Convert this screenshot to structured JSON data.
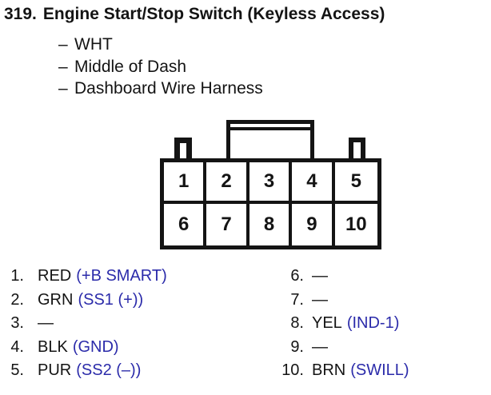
{
  "colors": {
    "ink": "#141414",
    "signal_blue": "#2b2baa",
    "paper": "#ffffff"
  },
  "header": {
    "number": "319.",
    "title": "Engine Start/Stop Switch (Keyless Access)",
    "bullet_prefix": "–",
    "bullets": [
      "WHT",
      "Middle of Dash",
      "Dashboard Wire Harness"
    ]
  },
  "connector": {
    "pins_top": [
      "1",
      "2",
      "3",
      "4",
      "5"
    ],
    "pins_bottom": [
      "6",
      "7",
      "8",
      "9",
      "10"
    ]
  },
  "pins": {
    "left": [
      {
        "num": "1.",
        "wire": "RED",
        "signal": "(+B SMART)"
      },
      {
        "num": "2.",
        "wire": "GRN",
        "signal": "(SS1 (+))"
      },
      {
        "num": "3.",
        "wire": "—",
        "signal": ""
      },
      {
        "num": "4.",
        "wire": "BLK",
        "signal": "(GND)"
      },
      {
        "num": "5.",
        "wire": "PUR",
        "signal": "(SS2 (–))"
      }
    ],
    "right": [
      {
        "num": "6.",
        "wire": "—",
        "signal": ""
      },
      {
        "num": "7.",
        "wire": "—",
        "signal": ""
      },
      {
        "num": "8.",
        "wire": "YEL",
        "signal": "(IND-1)"
      },
      {
        "num": "9.",
        "wire": "—",
        "signal": ""
      },
      {
        "num": "10.",
        "wire": "BRN",
        "signal": "(SWILL)"
      }
    ]
  }
}
